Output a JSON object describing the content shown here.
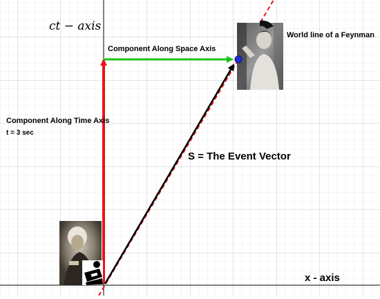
{
  "labels": {
    "ct_axis": "ct −  axis",
    "x_axis": "x - axis",
    "space_component": "Component Along Space Axis",
    "time_component": "Component Along Time Axis",
    "time_value": "t = 3 sec",
    "event_vector": "S = The Event Vector",
    "world_line": "World line of a Feynman"
  },
  "colors": {
    "background": "#ffffff",
    "grid_minor": "#e6e6e6",
    "grid_major": "#c8c8c8",
    "axis": "#000000",
    "time_component": "#e8141b",
    "space_component": "#19c419",
    "event_vector": "#000000",
    "world_line": "#e8141b",
    "event_point": "#1f2fd0"
  },
  "images": {
    "einstein": "photo-portrait",
    "feynman": "photo-portrait"
  }
}
